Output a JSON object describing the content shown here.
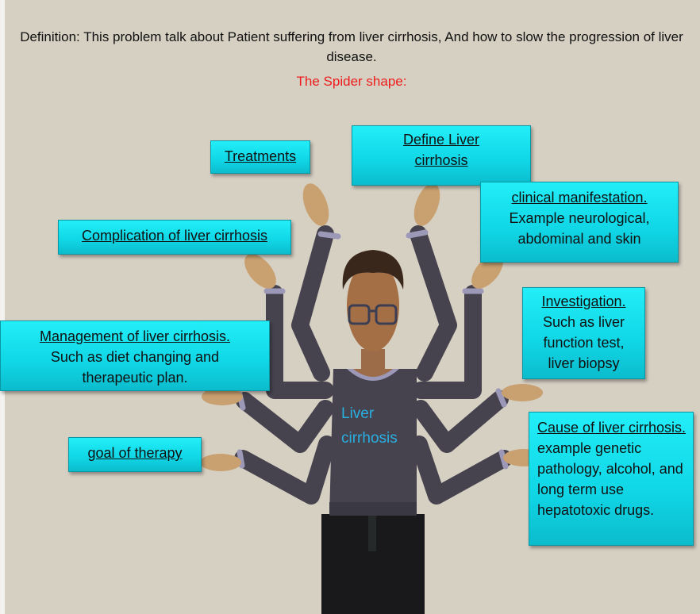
{
  "definition": "Definition: This problem talk about Patient suffering from liver cirrhosis, And how to slow the progression of liver disease.",
  "subtitle": "The Spider shape:",
  "center": {
    "line1": "Liver",
    "line2": "cirrhosis"
  },
  "boxes": {
    "treatments": {
      "title": "Treatments"
    },
    "define": {
      "title": "Define Liver cirrhosis"
    },
    "clinical": {
      "title": "clinical manifestation.",
      "text": "Example neurological, abdominal and skin"
    },
    "complication": {
      "title": "Complication of liver cirrhosis"
    },
    "investigation": {
      "title": "Investigation.",
      "text": "Such as liver function test, liver biopsy"
    },
    "management": {
      "title": "Management of liver cirrhosis.",
      "text": "Such as diet changing  and therapeutic  plan."
    },
    "goal": {
      "title": "goal of therapy"
    },
    "cause": {
      "title": "Cause of liver cirrhosis.",
      "text": "example genetic pathology, alcohol, and long term use hepatotoxic drugs."
    }
  },
  "colors": {
    "box": "#10d6e6",
    "subtitle": "#ee1c1c",
    "shirt_text": "#29aee0",
    "background": "#d6d0c3"
  }
}
